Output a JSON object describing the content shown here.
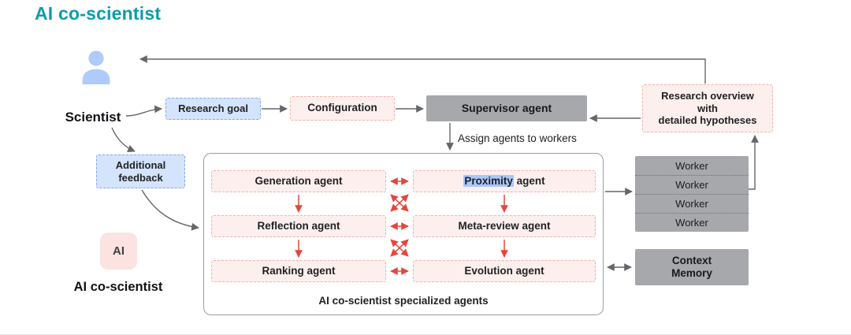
{
  "title": "AI co-scientist",
  "actors": {
    "scientist_label": "Scientist",
    "ai_panel_label": "AI co-scientist",
    "ai_icon_text": "AI"
  },
  "boxes": {
    "research_goal": "Research goal",
    "configuration": "Configuration",
    "supervisor_agent": "Supervisor agent",
    "research_overview_lines": [
      "Research overview",
      "with",
      "detailed hypotheses"
    ],
    "additional_feedback_lines": [
      "Additional",
      "feedback"
    ],
    "context_memory_lines": [
      "Context",
      "Memory"
    ]
  },
  "labels": {
    "assign_agents": "Assign agents to workers",
    "panel_caption": "AI co-scientist specialized agents"
  },
  "agents": [
    {
      "label": "Generation agent"
    },
    {
      "highlight": "Proximity",
      "rest": " agent"
    },
    {
      "label": "Reflection agent"
    },
    {
      "label": "Meta-review agent"
    },
    {
      "label": "Ranking agent"
    },
    {
      "label": "Evolution agent"
    }
  ],
  "workers": [
    "Worker",
    "Worker",
    "Worker",
    "Worker"
  ],
  "colors": {
    "title_teal": "#0a9daa",
    "blue_fill": "#d4e4fc",
    "blue_border": "#85a7e6",
    "pink_fill": "#fdefee",
    "pink_border": "#f0b2ab",
    "gray_fill": "#a6a8ac",
    "red_arrow": "#e2483d",
    "gray_arrow": "#63666b",
    "highlight_blue": "#a9c7fa",
    "person_blue": "#aecbfa"
  }
}
